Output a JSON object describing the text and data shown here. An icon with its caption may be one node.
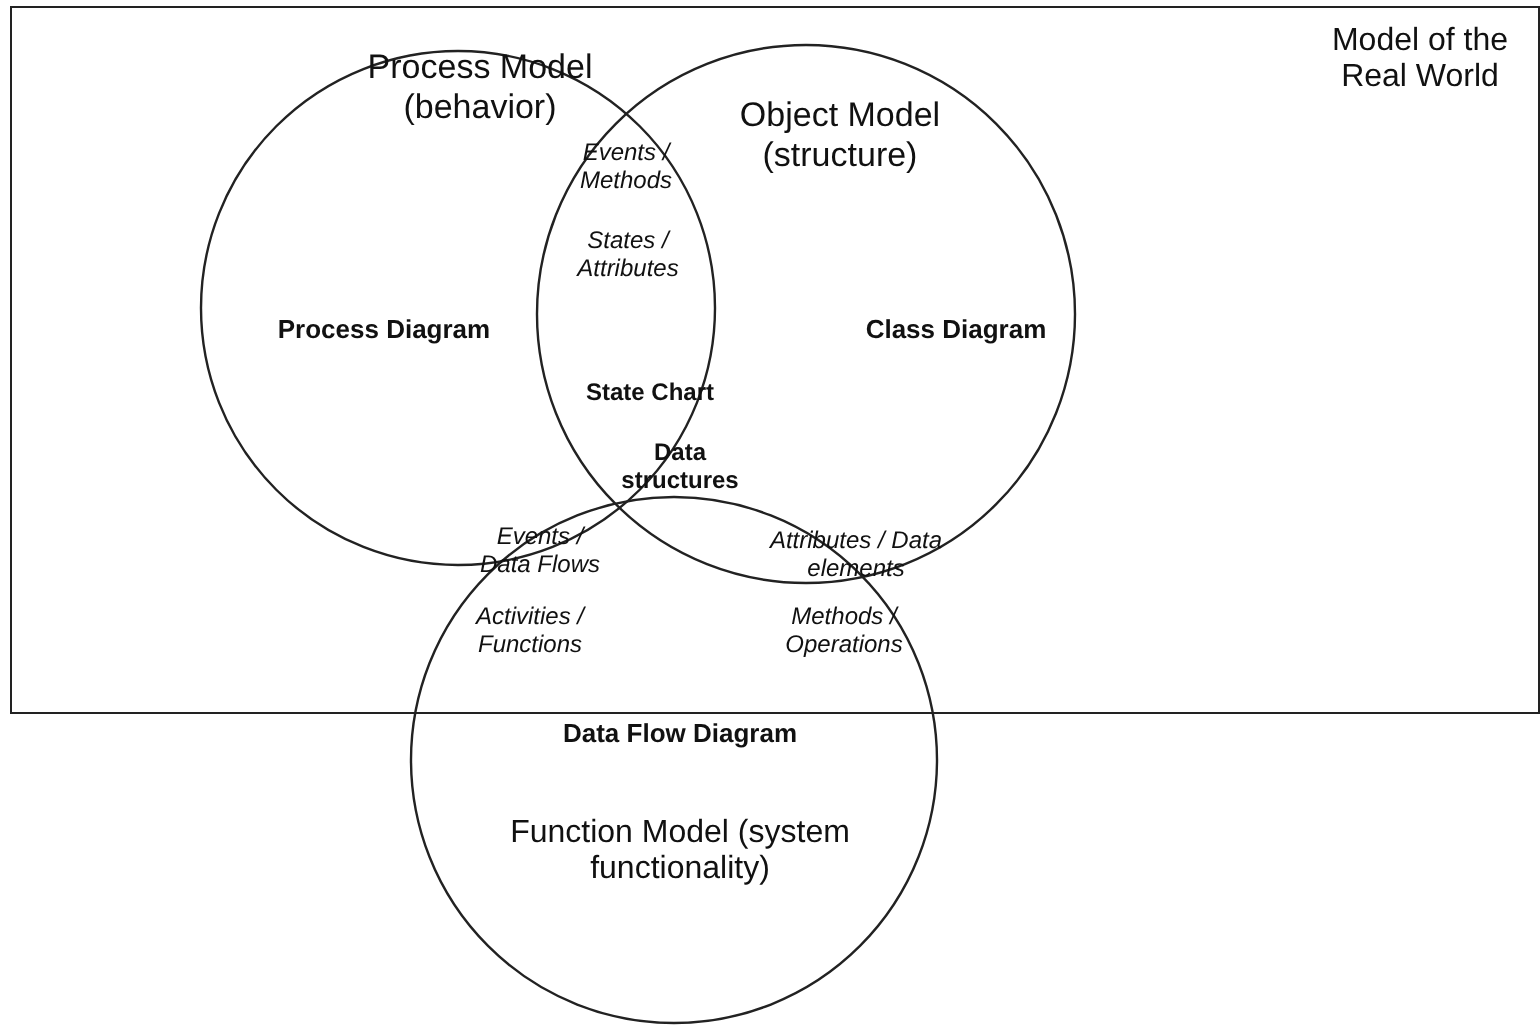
{
  "diagram": {
    "nodes": [
      {
        "text": [
          "Model of the Real World"
        ]
      },
      {
        "text": [
          "Process Model (behavior)",
          "Process Diagram"
        ],
        "in": 0
      },
      {
        "text": [
          "Object Model (structure)",
          "Class Diagram"
        ],
        "in": 0
      },
      {
        "text": [
          "Data Flow Diagram",
          "Function Model (system functionality)"
        ]
      }
    ],
    "labels": [
      "Events / Methods",
      "States / Attributes",
      "State Chart",
      "Data structures",
      "Events / Data Flows",
      "Attributes / Data elements",
      "Activities / Functions",
      "Methods / Operations"
    ]
  }
}
